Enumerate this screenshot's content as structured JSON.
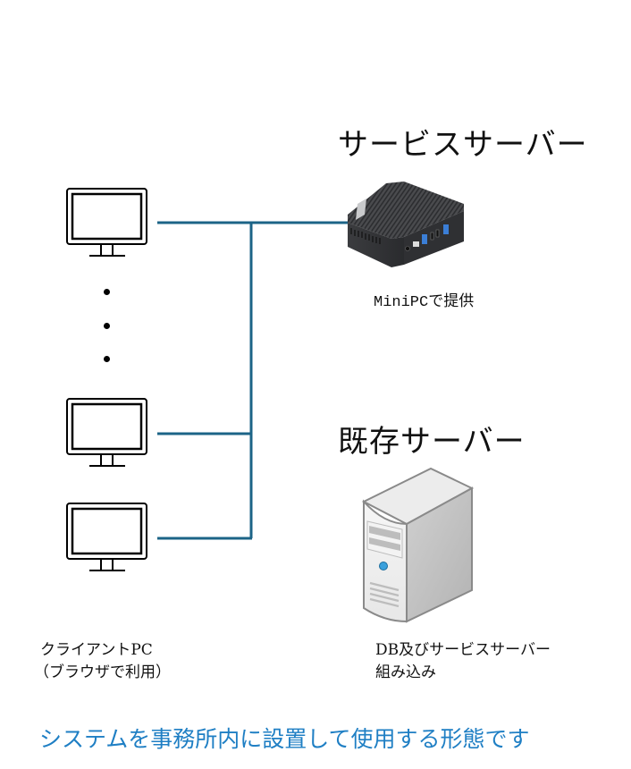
{
  "diagram": {
    "service_server": {
      "title": "サービスサーバー",
      "caption": "MiniPCで提供",
      "icon": "mini-pc-icon"
    },
    "existing_server": {
      "title": "既存サーバー",
      "caption_line1": "DB及びサービスサーバー",
      "caption_line2": "組み込み",
      "icon": "tower-server-icon"
    },
    "clients": {
      "caption_line1": "クライアントPC",
      "caption_line2": "（ブラウザで利用）",
      "icon": "monitor-icon",
      "ellipsis_icon": "vertical-ellipsis"
    },
    "footer": {
      "text": "システムを事務所内に設置して使用する形態です",
      "color": "#1f7fc4"
    },
    "colors": {
      "network_line": "#1c6487"
    }
  }
}
